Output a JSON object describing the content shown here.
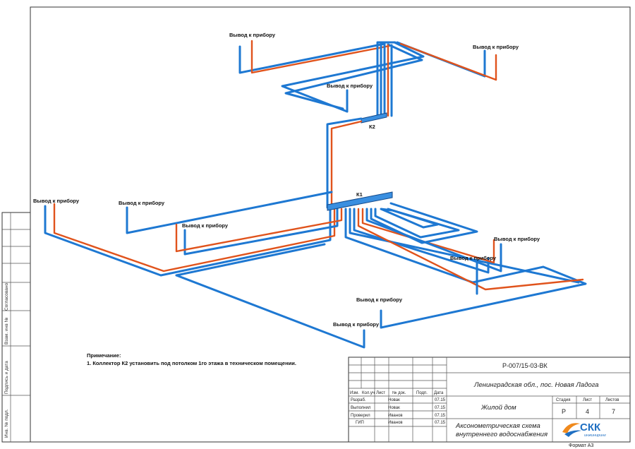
{
  "drawing": {
    "outlet_label": "Вывод к прибору",
    "collector_k1": "К1",
    "collector_k2": "К2",
    "notes_title": "Примечание:",
    "notes_item": "1. Коллектор К2 установить под потолком 1го этажа в техническом помещении."
  },
  "side_stamp": {
    "agreed": "Согласовано",
    "inv_replaced": "Взам. инв №",
    "sign_date": "Подпись и дата",
    "inv_original": "Инв. № подл."
  },
  "title_block": {
    "code": "Р-007/15-03-ВК",
    "location": "Ленинградская обл., пос. Новая Ладога",
    "object": "Жилой дом",
    "sheet_title_line1": "Аксонометрическая схема",
    "sheet_title_line2": "внутреннего водоснабжения",
    "headers": [
      "Изм.",
      "Кол.уч",
      "Лист",
      "№ док.",
      "Подп.",
      "Дата"
    ],
    "signatures": [
      {
        "role": "Разраб.",
        "name": "Новак",
        "date": "07.15"
      },
      {
        "role": "Выполнил",
        "name": "Новак",
        "date": "07.15"
      },
      {
        "role": "Проверил",
        "name": "Иванов",
        "date": "07.15"
      },
      {
        "role": "ГИП",
        "name": "Иванов",
        "date": "07.15"
      }
    ],
    "stage_label": "Стадия",
    "sheet_label": "Лист",
    "sheets_label": "Листов",
    "stage": "Р",
    "sheet": "4",
    "sheets": "7",
    "logo_text": "СКК",
    "logo_sub": "инжиниринг",
    "format": "Формат А3"
  },
  "colors": {
    "cold_water": "#1e78d2",
    "hot_water": "#e0531c",
    "logo_blue": "#1f6fc2",
    "logo_orange": "#f08a1d"
  }
}
